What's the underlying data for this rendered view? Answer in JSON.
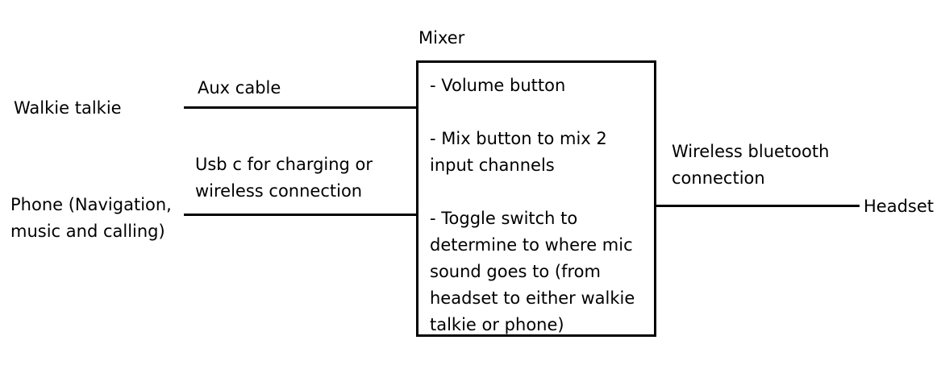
{
  "mixer": {
    "title": "Mixer",
    "features": [
      [
        "- Volume button"
      ],
      [
        "- Mix button to mix 2",
        "input channels"
      ],
      [
        "- Toggle switch to",
        "determine to where mic",
        "sound goes to (from",
        "headset to either walkie",
        "talkie or phone)"
      ]
    ]
  },
  "inputs": {
    "walkie": {
      "label": "Walkie talkie",
      "connection": [
        "Aux cable"
      ]
    },
    "phone": {
      "label": [
        "Phone (Navigation,",
        "music and calling)"
      ],
      "connection": [
        "Usb c for charging or",
        "wireless connection"
      ]
    }
  },
  "output": {
    "label": "Headset",
    "connection": [
      "Wireless bluetooth",
      "connection"
    ]
  },
  "colors": {
    "line": "#000000",
    "background": "#ffffff"
  }
}
